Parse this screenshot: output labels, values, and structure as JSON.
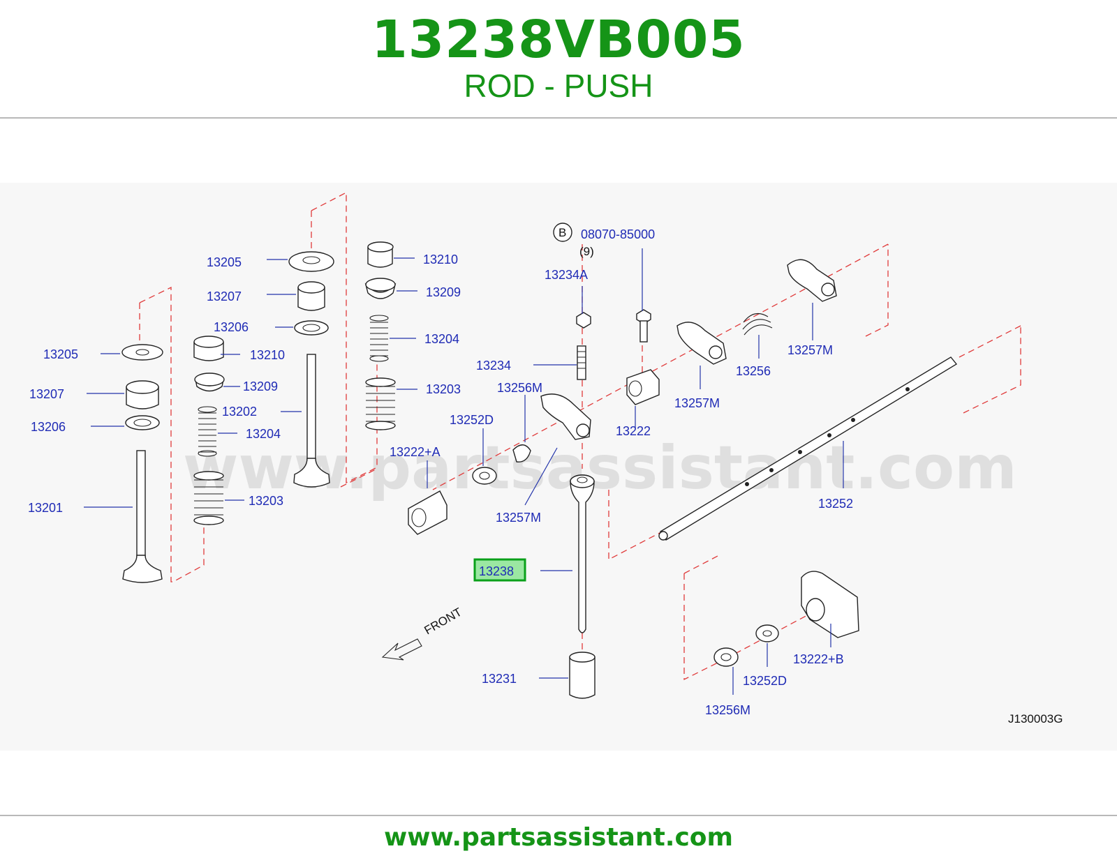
{
  "header": {
    "part_number": "13238VB005",
    "part_name": "ROD - PUSH"
  },
  "diagram": {
    "watermark": "www.partsassistant.com",
    "drawing_code": "J130003G",
    "front_label": "FRONT",
    "bolt_circle_letter": "B",
    "bolt_quantity": "(9)",
    "highlighted_callout": "13238",
    "callouts": {
      "c13205_l": "13205",
      "c13207_l": "13207",
      "c13206_l": "13206",
      "c13201": "13201",
      "c13205_m": "13205",
      "c13207_m": "13207",
      "c13206_m": "13206",
      "c13210_m": "13210",
      "c13209_m": "13209",
      "c13202": "13202",
      "c13204_m": "13204",
      "c13203_m": "13203",
      "c13210_r": "13210",
      "c13209_r": "13209",
      "c13204_r": "13204",
      "c13203_r": "13203",
      "c08070": "08070-85000",
      "c13234A": "13234A",
      "c13234": "13234",
      "c13256M_a": "13256M",
      "c13252D_a": "13252D",
      "c13222A": "13222+A",
      "c13257M_a": "13257M",
      "c13222": "13222",
      "c13257M_b": "13257M",
      "c13256": "13256",
      "c13257M_c": "13257M",
      "c13252": "13252",
      "c13231": "13231",
      "c13222B": "13222+B",
      "c13252D_b": "13252D",
      "c13256M_b": "13256M"
    }
  },
  "footer": {
    "url": "www.partsassistant.com"
  },
  "colors": {
    "brand_green": "#159417",
    "callout_blue": "#1f2bb5",
    "highlight_green": "#2bd33a",
    "dash_red": "#e03a3a"
  }
}
